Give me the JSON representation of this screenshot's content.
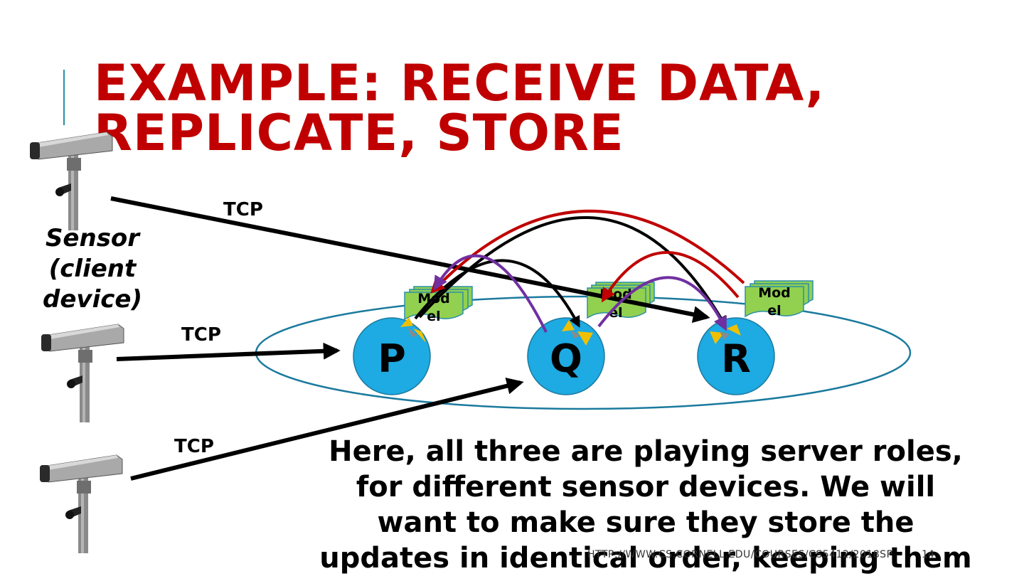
{
  "slide": {
    "title_line1": "EXAMPLE: RECEIVE DATA,",
    "title_line2": "REPLICATE, STORE",
    "sensor_label_lines": [
      "Sensor",
      "(client",
      "device)"
    ],
    "tcp_labels": [
      "TCP",
      "TCP",
      "TCP"
    ],
    "nodes": [
      "P",
      "Q",
      "R"
    ],
    "model_label_lines": [
      "Mod",
      "el"
    ],
    "caption_lines": [
      "Here, all three are playing server roles,",
      "for different sensor devices.  We will",
      "want to make sure they store the",
      "updates in identical order, keeping them"
    ],
    "footer_url": "HTTP://WWW.CS.CORNELL.EDU/COURSES/CS5412/2018SP",
    "page_number": "14"
  },
  "colors": {
    "title": "#c00000",
    "node_fill": "#1eaae2",
    "ring": "#1b7a9e",
    "model_fill": "#92d050",
    "arrow_black": "#000000",
    "arrow_red": "#c00000",
    "arrow_purple": "#7030a0"
  },
  "icons": [
    "security-camera-icon",
    "security-camera-icon",
    "security-camera-icon",
    "hourglass-icon"
  ]
}
